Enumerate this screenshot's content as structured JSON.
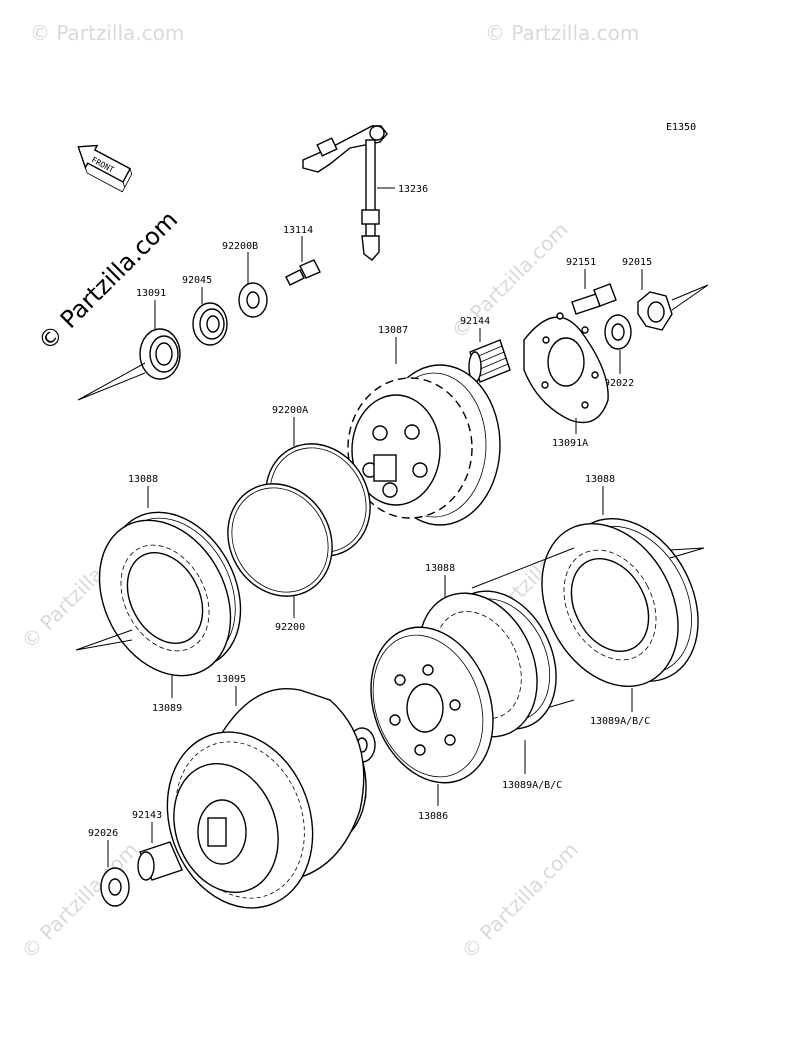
{
  "diagram_code": "E1350",
  "front_label": "FRONT",
  "watermark": {
    "text": "© Partzilla.com",
    "main_text": "© Partzilla.com"
  },
  "parts": {
    "p13236": "13236",
    "p13114": "13114",
    "p92200B": "92200B",
    "p92045": "92045",
    "p13091": "13091",
    "p92151": "92151",
    "p92015": "92015",
    "p92144": "92144",
    "p13087": "13087",
    "p92022": "92022",
    "p13091A": "13091A",
    "p92200A": "92200A",
    "p92200": "92200",
    "p13088_left": "13088",
    "p13089_left": "13089",
    "p13088_right": "13088",
    "p13088_mid": "13088",
    "p13089ABC_right": "13089A/B/C",
    "p13089ABC_mid": "13089A/B/C",
    "p13095": "13095",
    "p92026_mid": "92026",
    "p13086": "13086",
    "p92143": "92143",
    "p92026_left": "92026"
  }
}
